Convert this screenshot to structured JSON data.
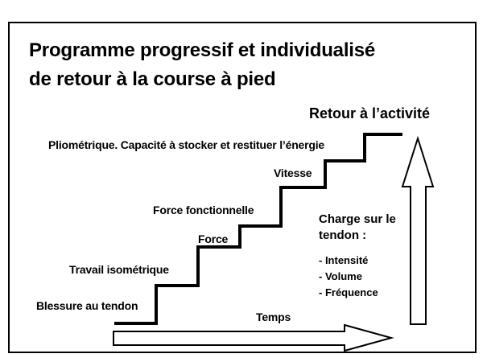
{
  "title": {
    "line1": "Programme progressif et individualisé",
    "line2": "de retour à la course à pied"
  },
  "steps": [
    "Blessure au tendon",
    "Travail isométrique",
    "Force",
    "Force fonctionnelle",
    "Vitesse",
    "Pliométrique. Capacité à stocker et restituer l’énergie"
  ],
  "goal": "Retour à l’activité",
  "load": {
    "heading_line1": "Charge sur le",
    "heading_line2": "tendon :",
    "items": [
      "- Intensité",
      "- Volume",
      "- Fréquence"
    ]
  },
  "time_label": "Temps"
}
